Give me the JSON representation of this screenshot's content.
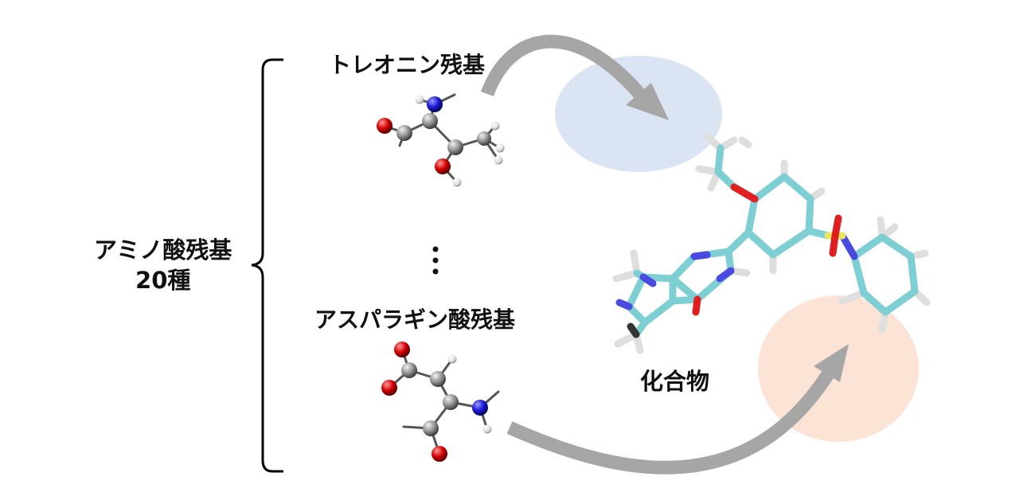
{
  "labels": {
    "threonine": "トレオニン残基",
    "asparagine": "アスパラギン酸残基",
    "amino_acid_line1": "アミノ酸残基",
    "amino_acid_line2": "20種",
    "compound": "化合物"
  },
  "colors": {
    "arrow": "#a6a6a6",
    "blue_region": "#dbe4f3",
    "orange_region": "#fbe3d6",
    "carbon": "#8a8a8a",
    "oxygen": "#d40000",
    "nitrogen": "#1a1ad6",
    "hydrogen": "#f0f0f0",
    "stick_carbon": "#7ecfd3",
    "stick_nitrogen": "#4a4ae0",
    "stick_oxygen": "#e02020",
    "stick_sulfur": "#e8e860",
    "stick_hydrogen": "#e8e8e8"
  }
}
